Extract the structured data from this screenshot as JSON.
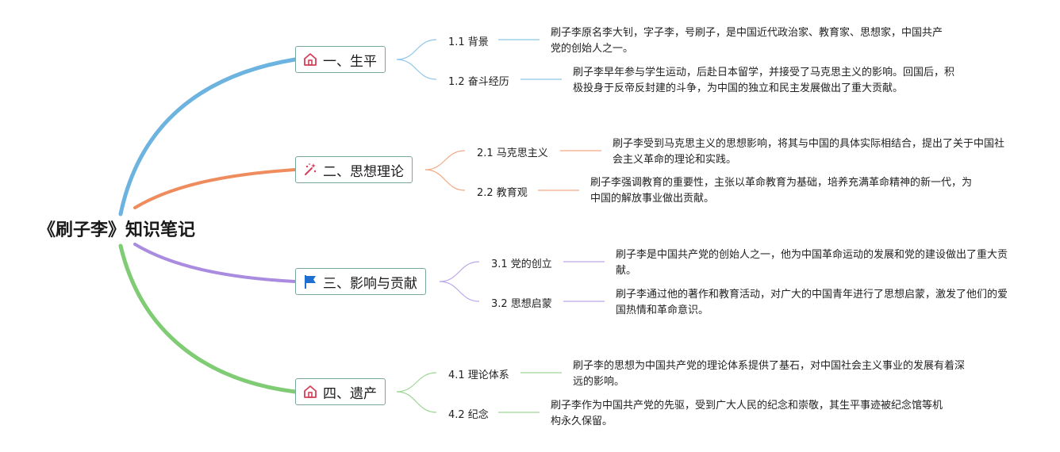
{
  "root": {
    "title": "《刷子李》知识笔记"
  },
  "colors": {
    "branch1": "#6cb3e0",
    "branch2": "#ef8c5e",
    "branch3": "#a98be0",
    "branch4": "#7fcc74",
    "topic_border": "#7aa89f"
  },
  "topics": [
    {
      "label": "一、生平",
      "icon": "home-icon",
      "subs": [
        {
          "label": "1.1 背景",
          "text": "刷子李原名李大钊，字子李，号刷子，是中国近代政治家、教育家、思想家，中国共产党的创始人之一。"
        },
        {
          "label": "1.2 奋斗经历",
          "text": "刷子李早年参与学生运动，后赴日本留学，并接受了马克思主义的影响。回国后，积极投身于反帝反封建的斗争，为中国的独立和民主发展做出了重大贡献。"
        }
      ]
    },
    {
      "label": "二、思想理论",
      "icon": "magic-wand-icon",
      "subs": [
        {
          "label": "2.1 马克思主义",
          "text": "刷子李受到马克思主义的思想影响，将其与中国的具体实际相结合，提出了关于中国社会主义革命的理论和实践。"
        },
        {
          "label": "2.2 教育观",
          "text": "刷子李强调教育的重要性，主张以革命教育为基础，培养充满革命精神的新一代，为中国的解放事业做出贡献。"
        }
      ]
    },
    {
      "label": "三、影响与贡献",
      "icon": "flag-icon",
      "subs": [
        {
          "label": "3.1 党的创立",
          "text": "刷子李是中国共产党的创始人之一，他为中国革命运动的发展和党的建设做出了重大贡献。"
        },
        {
          "label": "3.2 思想启蒙",
          "text": "刷子李通过他的著作和教育活动，对广大的中国青年进行了思想启蒙，激发了他们的爱国热情和革命意识。"
        }
      ]
    },
    {
      "label": "四、遗产",
      "icon": "home-icon",
      "subs": [
        {
          "label": "4.1 理论体系",
          "text": "刷子李的思想为中国共产党的理论体系提供了基石，对中国社会主义事业的发展有着深远的影响。"
        },
        {
          "label": "4.2 纪念",
          "text": "刷子李作为中国共产党的先驱，受到广大人民的纪念和崇敬，其生平事迹被纪念馆等机构永久保留。"
        }
      ]
    }
  ]
}
